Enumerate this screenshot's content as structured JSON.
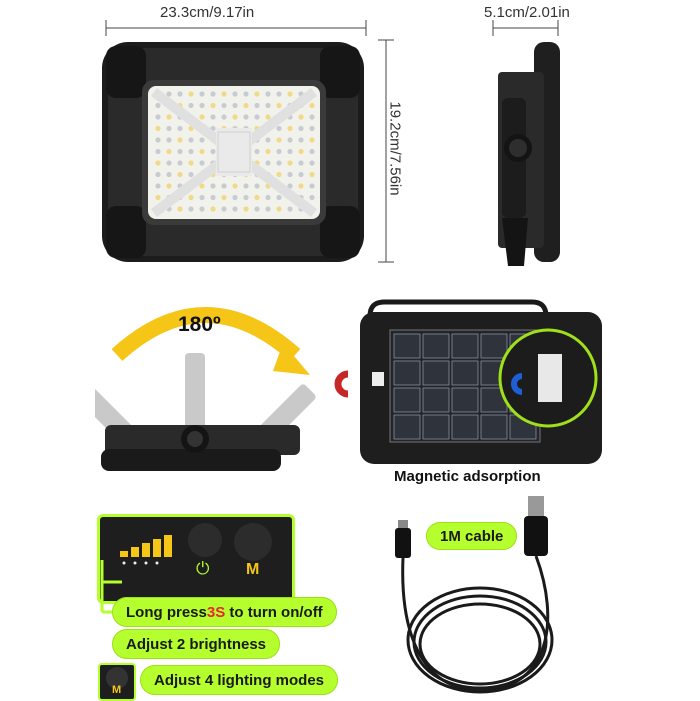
{
  "dimensions": {
    "width_label": "23.3cm/9.17in",
    "depth_label": "5.1cm/2.01in",
    "height_label": "19.2cm/7.56in"
  },
  "rotation": {
    "angle_label": "180º"
  },
  "magnetic": {
    "caption": "Magnetic adsorption"
  },
  "cable": {
    "label": "1M cable"
  },
  "controls": {
    "mode_button_letter": "M",
    "power_symbol": "⏻",
    "long_press_prefix": "Long press ",
    "long_press_highlight": "3S",
    "long_press_suffix": " to turn on/off",
    "brightness_label": "Adjust 2 brightness",
    "modes_label": "Adjust 4 lighting modes",
    "small_button_letter": "M"
  },
  "colors": {
    "accent_green": "#b5ff2e",
    "highlight_red": "#e8262b",
    "arrow_yellow": "#f5c518",
    "device_black": "#1c1c1c"
  }
}
